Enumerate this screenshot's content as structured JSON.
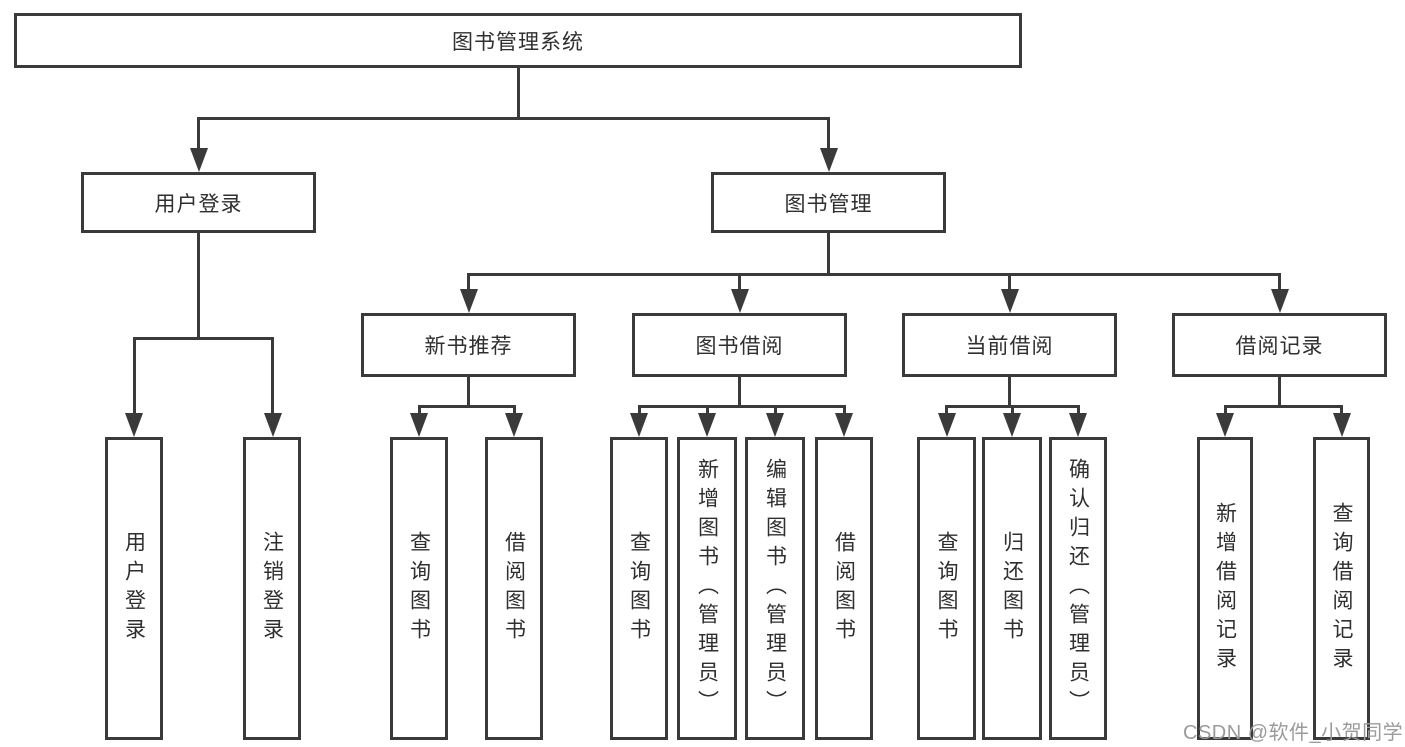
{
  "colors": {
    "line": "#3a3a3a",
    "text": "#2f2f2f",
    "watermark": "#9b9b9b",
    "background": "#ffffff"
  },
  "watermark": {
    "text": "CSDN @软件_小贺同学"
  },
  "diagram": {
    "root": {
      "label": "图书管理系统"
    },
    "branches": [
      {
        "label": "用户登录",
        "children": [
          {
            "label": "用户登录"
          },
          {
            "label": "注销登录"
          }
        ]
      },
      {
        "label": "图书管理",
        "children": [
          {
            "label": "新书推荐",
            "children": [
              {
                "label": "查询图书"
              },
              {
                "label": "借阅图书"
              }
            ]
          },
          {
            "label": "图书借阅",
            "children": [
              {
                "label": "查询图书"
              },
              {
                "label": "新增图书（管理员）"
              },
              {
                "label": "编辑图书（管理员）"
              },
              {
                "label": "借阅图书"
              }
            ]
          },
          {
            "label": "当前借阅",
            "children": [
              {
                "label": "查询图书"
              },
              {
                "label": "归还图书"
              },
              {
                "label": "确认归还（管理员）"
              }
            ]
          },
          {
            "label": "借阅记录",
            "children": [
              {
                "label": "新增借阅记录"
              },
              {
                "label": "查询借阅记录"
              }
            ]
          }
        ]
      }
    ]
  }
}
